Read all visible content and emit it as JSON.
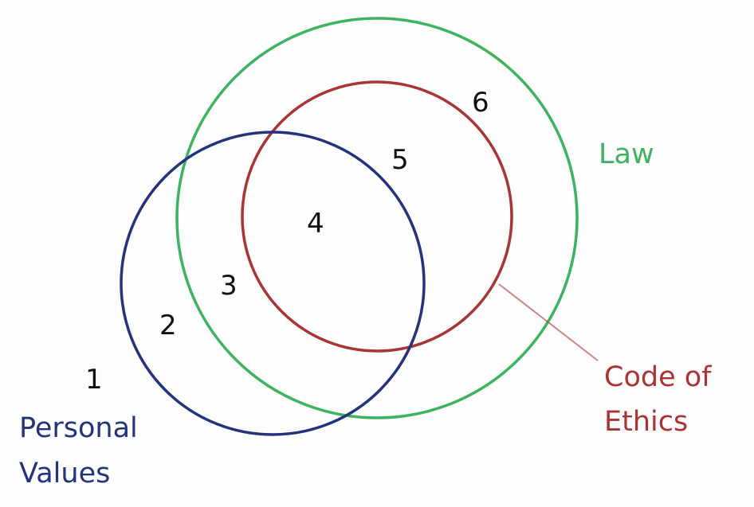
{
  "colors": {
    "law": "#3db35f",
    "ethics": "#a83434",
    "values": "#25347a",
    "text": "#111111"
  },
  "labels": {
    "law": "Law",
    "ethics_line1": "Code of",
    "ethics_line2": "Ethics",
    "values_line1": "Personal",
    "values_line2": "Values"
  },
  "regions": [
    "1",
    "2",
    "3",
    "4",
    "5",
    "6"
  ]
}
